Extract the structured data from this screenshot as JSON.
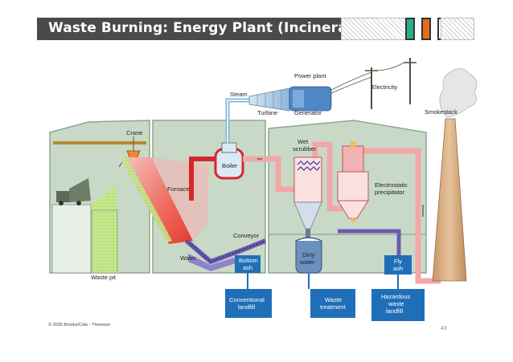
{
  "title": "Waste Burning: Energy Plant (Incinerator)",
  "labels": {
    "power_plant": "Power plant",
    "electricity": "Electricity",
    "steam": "Steam",
    "turbine": "Turbine",
    "generator": "Generator",
    "smokestack": "Smokestack",
    "crane": "Crane",
    "wet_scrubber_1": "Wet",
    "wet_scrubber_2": "scrubber",
    "boiler": "Boiler",
    "furnace": "Furnace",
    "electrostatic_1": "Electrostatic",
    "electrostatic_2": "precipitator",
    "conveyor": "Conveyor",
    "water": "Water",
    "waste_pit": "Waste pit",
    "bottom_ash_1": "Bottom",
    "bottom_ash_2": "ash",
    "dirty_water_1": "Dirty",
    "dirty_water_2": "water",
    "fly_ash_1": "Fly",
    "fly_ash_2": "ash",
    "landfill_1": "Conventional",
    "landfill_2": "landfill",
    "treatment_1": "Waste",
    "treatment_2": "treatment",
    "hazardous_1": "Hazardous",
    "hazardous_2": "waste",
    "hazardous_3": "landfill"
  },
  "copyright": "© 2005 Brooks/Cole - Thomson",
  "page_number": "43",
  "colors": {
    "building": "#c9d9c8",
    "flue_pipe": "#f2a7a7",
    "hot_pipe": "#d9262b",
    "steam_pipe": "#7bb8e0",
    "ash_box": "#1f6fb8",
    "conveyor": "#6a5bb0",
    "waste": "#b6e07a",
    "stack": "#d8a878",
    "title_bg": "#4a4a4a",
    "swatch_green": "#28b08b",
    "swatch_orange": "#e86a1b"
  }
}
